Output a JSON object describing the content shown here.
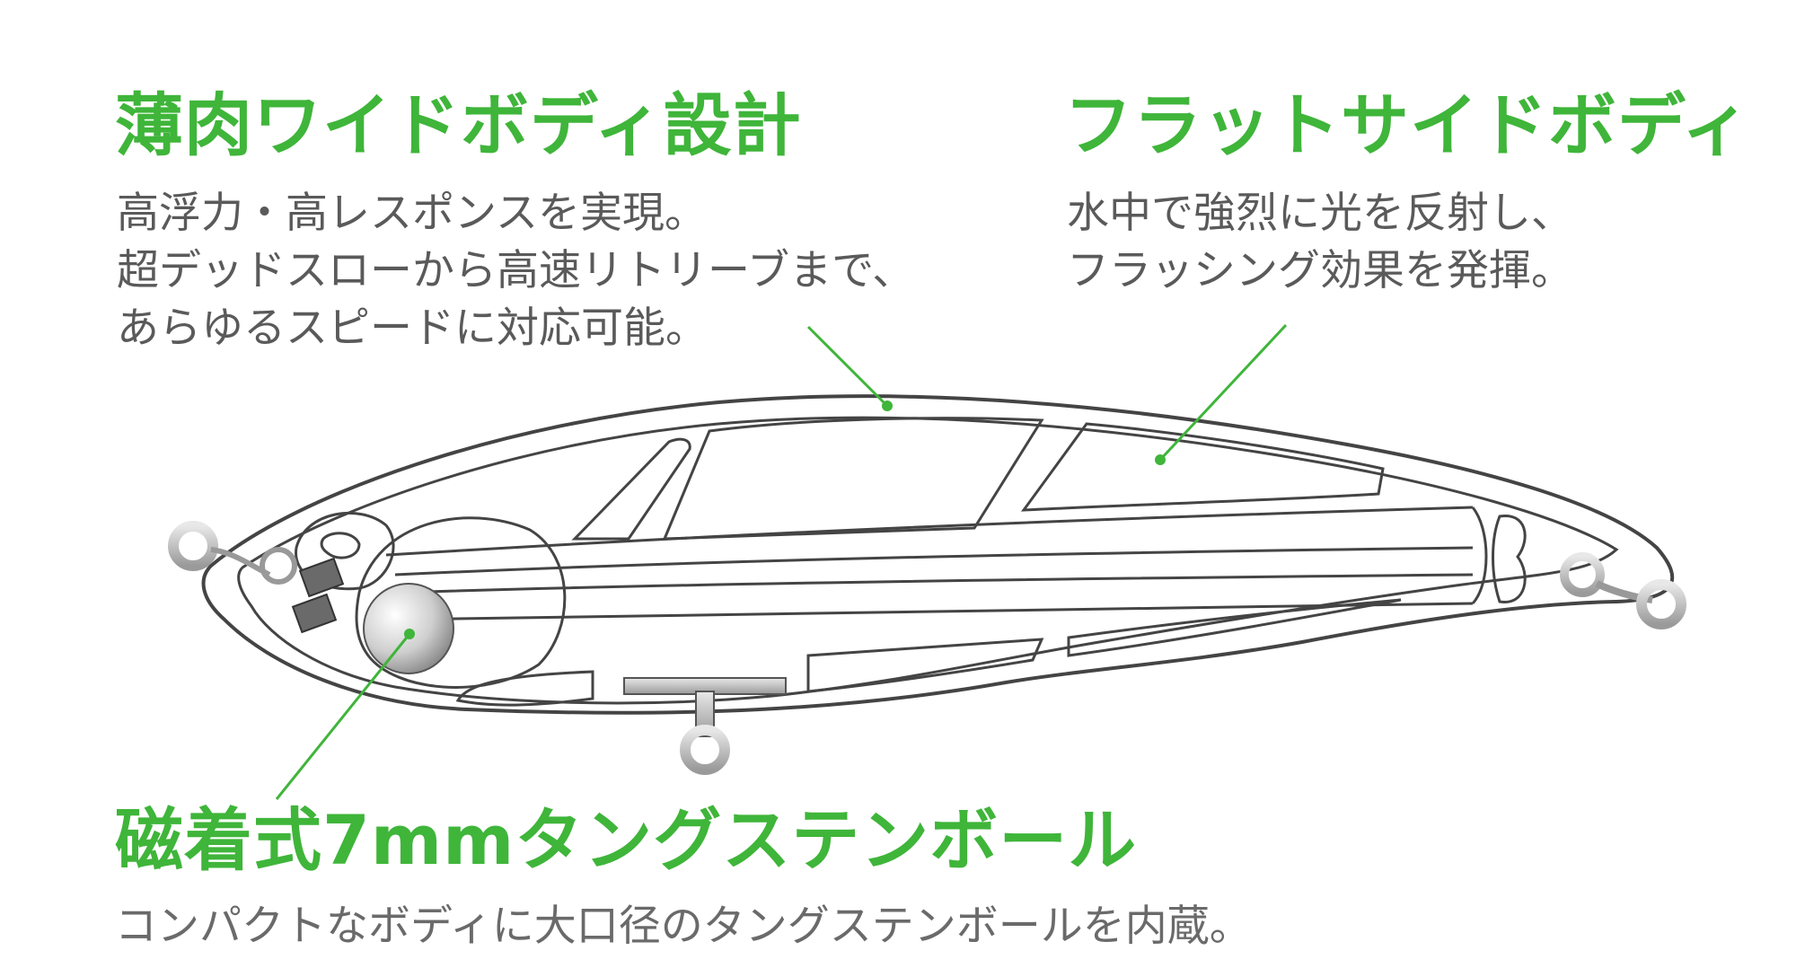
{
  "features": {
    "wide_body": {
      "title": "薄肉ワイドボディ設計",
      "lines": [
        "高浮力・高レスポンスを実現。",
        "超デッドスローから高速リトリーブまで、",
        "あらゆるスピードに対応可能。"
      ]
    },
    "flat_side": {
      "title": "フラットサイドボディ",
      "lines": [
        "水中で強烈に光を反射し、",
        "フラッシング効果を発揮。"
      ]
    },
    "tungsten_ball": {
      "title": "磁着式7mmタングステンボール",
      "lines": [
        "コンパクトなボディに大口径のタングステンボールを内蔵。"
      ]
    }
  },
  "colors": {
    "accent": "#3fb53a",
    "outline": "#444444",
    "ring": "#bbbbbb"
  }
}
